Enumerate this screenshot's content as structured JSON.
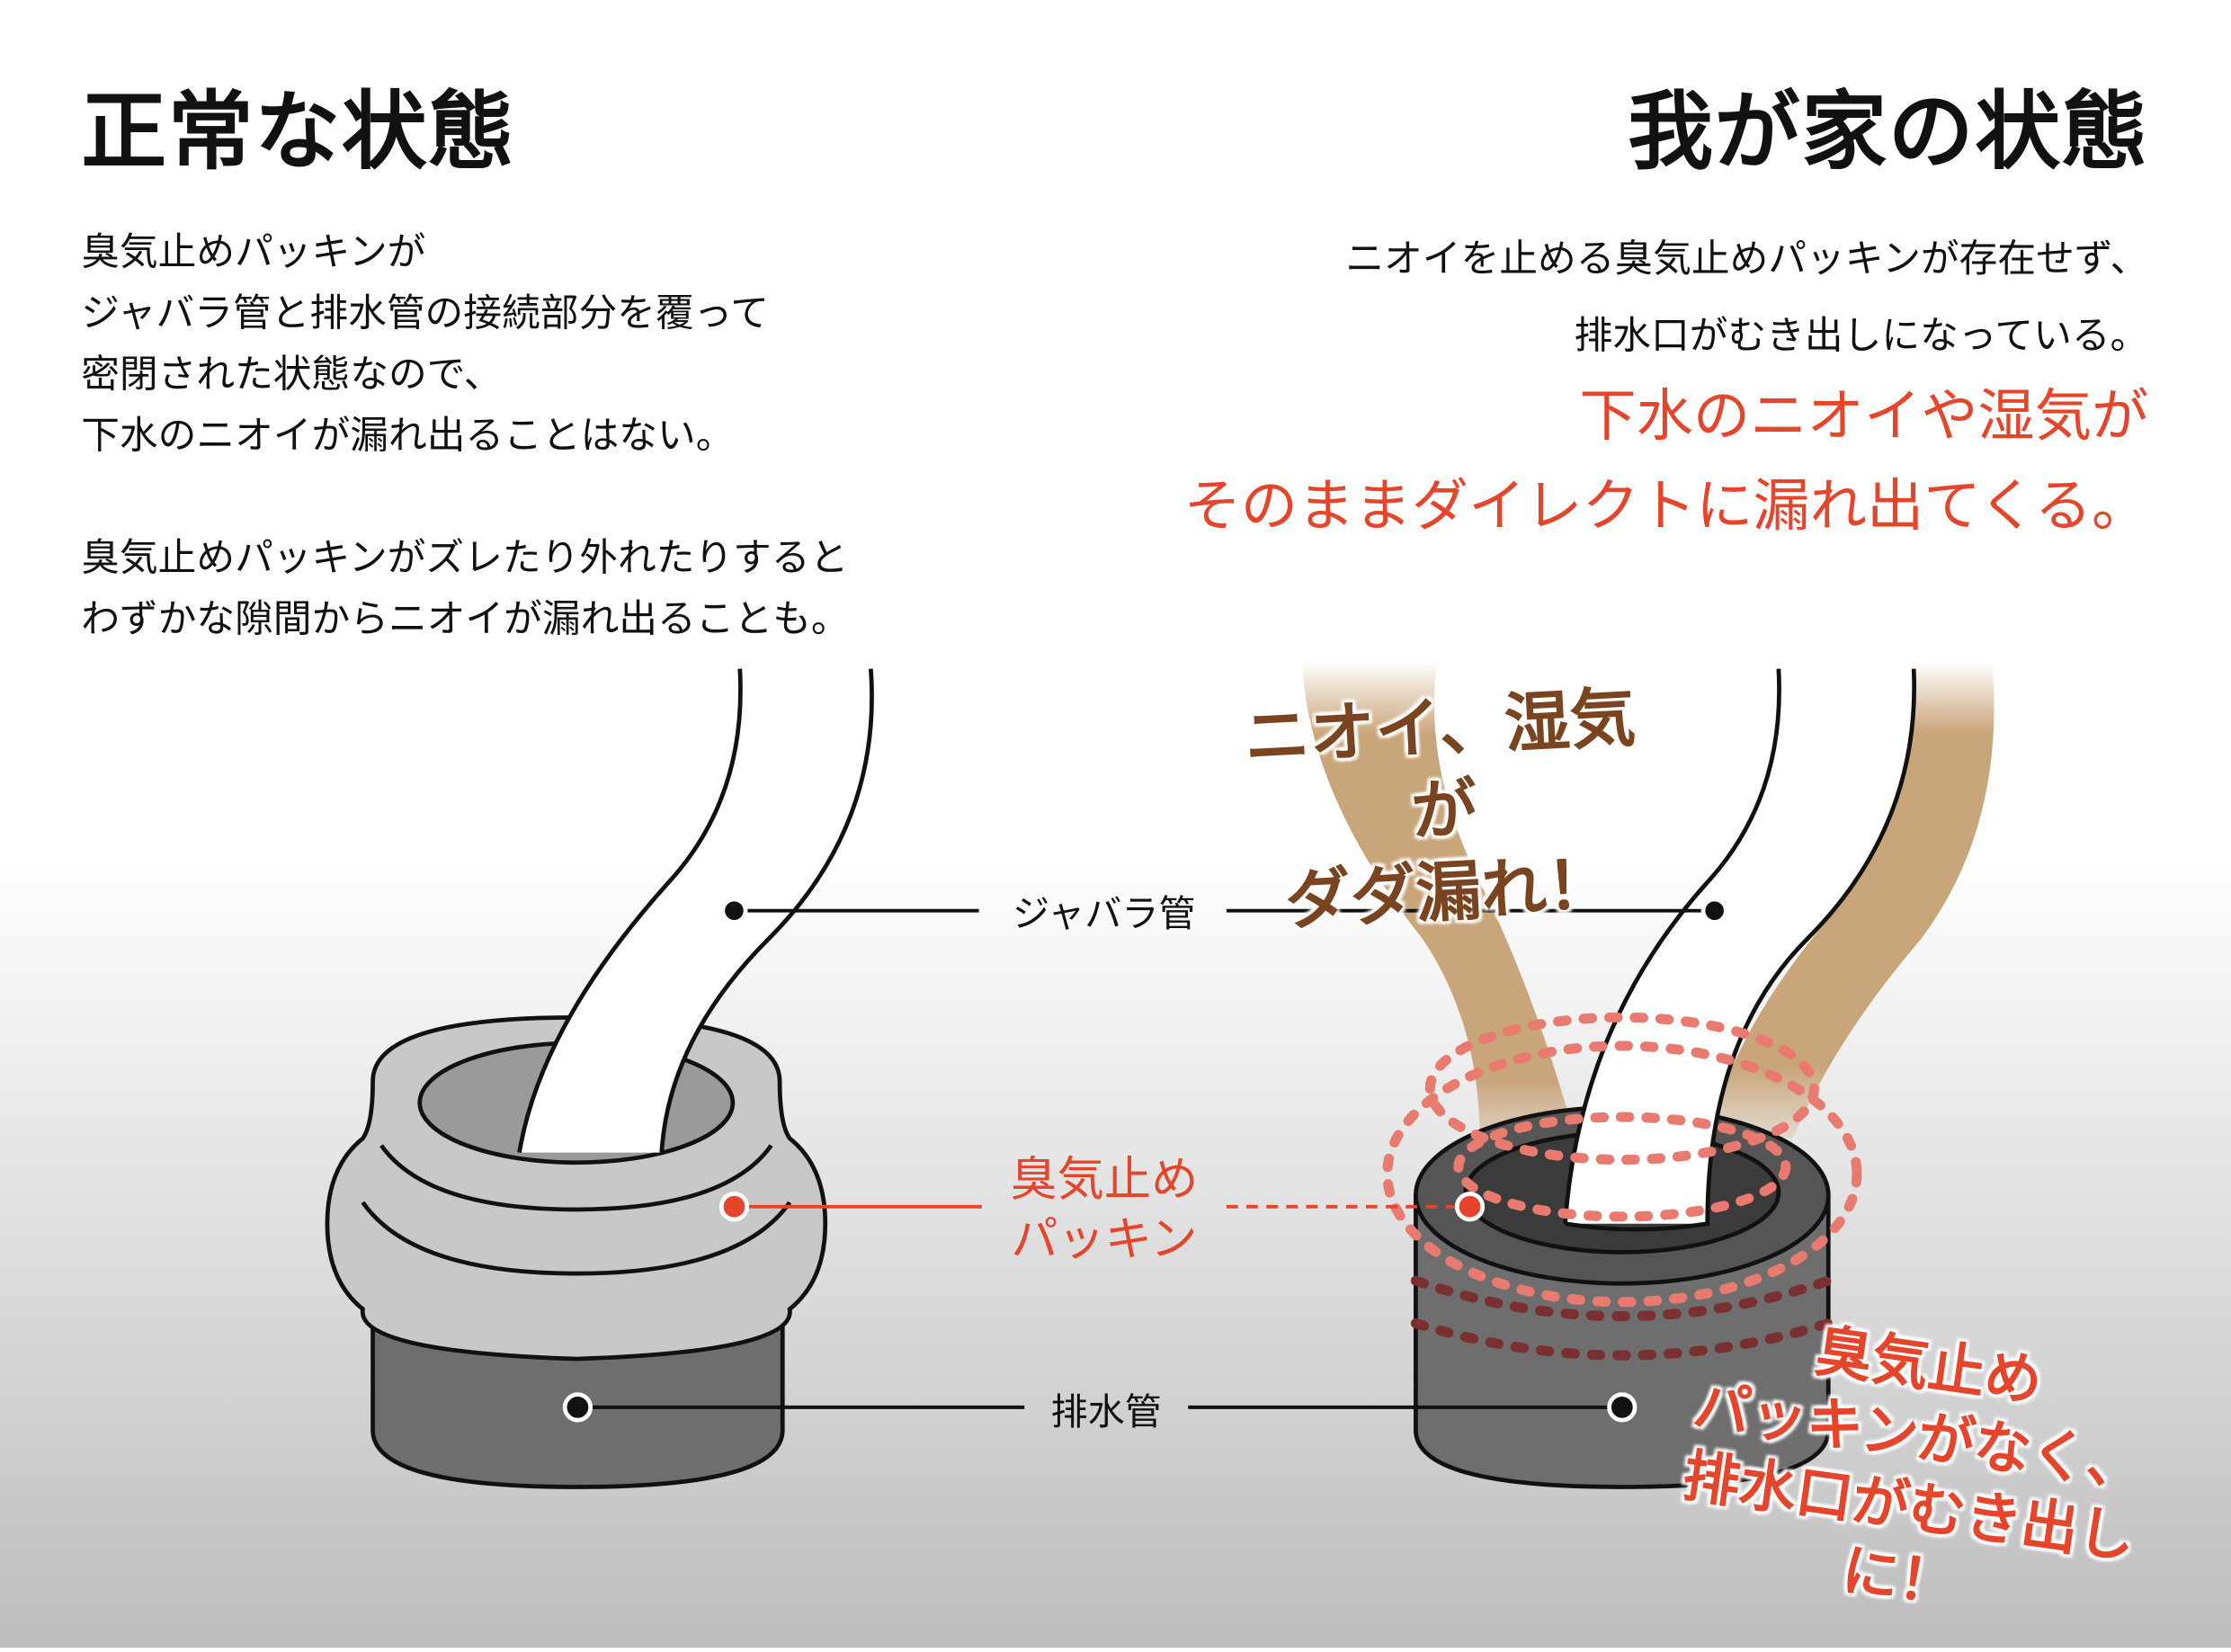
{
  "left": {
    "title": "正常な状態",
    "paragraph1": [
      "臭気止めパッキンが",
      "ジャバラ管と排水管の接続部分を覆って",
      "密閉された状態なので、",
      "下水のニオイが漏れ出ることはない。"
    ],
    "paragraph2": [
      "臭気止めパッキンがズレたり外れたりすると",
      "わずかな隙間からニオイが漏れ出ることも。"
    ]
  },
  "right": {
    "title": "我が家の状態",
    "lines": [
      "ニオイを止める臭気止めパッキンが存在せず、",
      "排水口がむき出しになっている。"
    ],
    "emphasis": [
      "下水のニオイや湿気が",
      "そのままダイレクトに漏れ出てくる。"
    ],
    "callout": [
      "ニオイ、湿気が",
      "ダダ漏れ！"
    ],
    "warning": [
      "臭気止め",
      "パッキンがなく、",
      "排水口がむき出しに！"
    ]
  },
  "labels": {
    "hose": "ジャバラ管",
    "packing": [
      "臭気止め",
      "パッキン"
    ],
    "drain": "排水管"
  },
  "colors": {
    "red": "#e5452a",
    "brown": "#7a4420",
    "smell": "#c9a57a",
    "pipe": "#6e6e6e",
    "packing": "#c8c8c8"
  }
}
